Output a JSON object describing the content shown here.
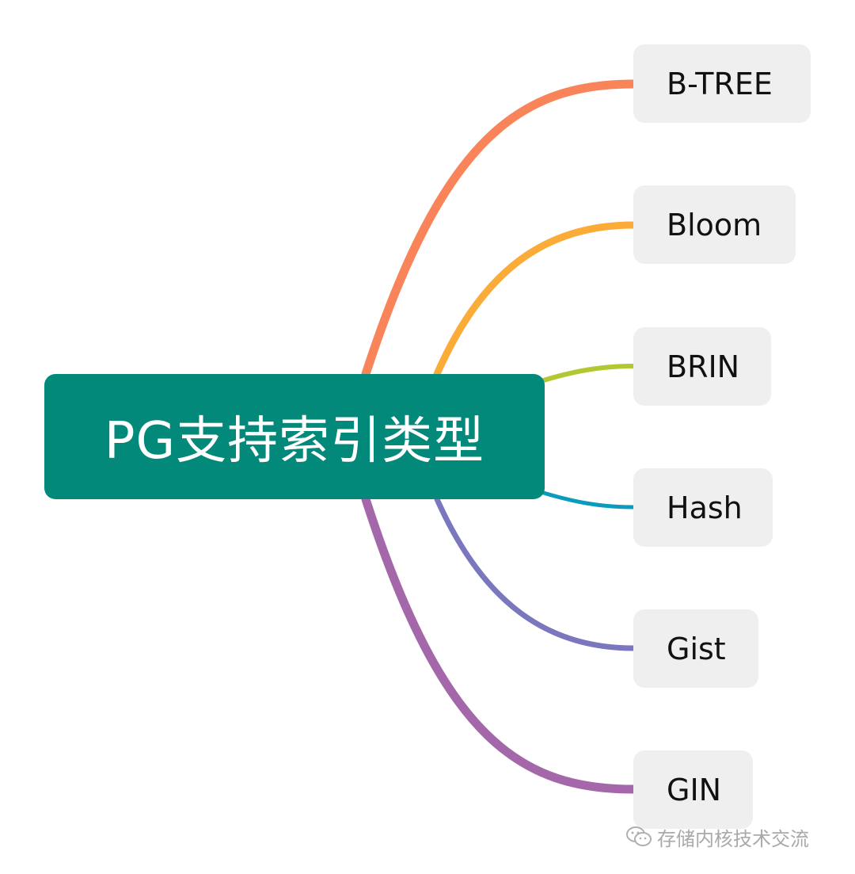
{
  "root": {
    "label": "PG支持索引类型",
    "color": "#02897a"
  },
  "branches": [
    {
      "label": "B-TREE",
      "color": "#fa8459"
    },
    {
      "label": "Bloom",
      "color": "#fbab37"
    },
    {
      "label": "BRIN",
      "color": "#b3c732"
    },
    {
      "label": "Hash",
      "color": "#0a9bbf"
    },
    {
      "label": "Gist",
      "color": "#7b77bf"
    },
    {
      "label": "GIN",
      "color": "#a467a9"
    }
  ],
  "watermark": {
    "text": "存储内核技术交流",
    "icon": "wechat-icon"
  }
}
